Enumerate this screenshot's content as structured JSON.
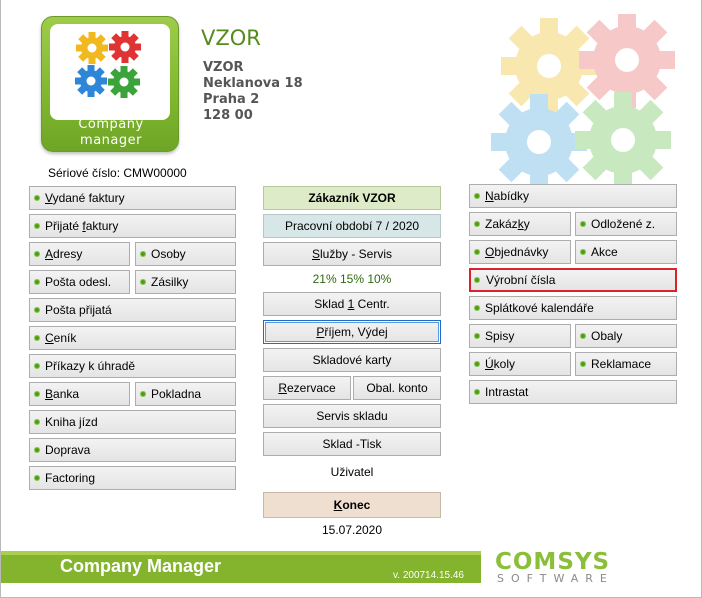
{
  "logo": {
    "line1": "Company",
    "line2": "manager"
  },
  "company": {
    "title": "VZOR",
    "address": [
      "VZOR",
      "Neklanova 18",
      "Praha 2",
      "128 00"
    ]
  },
  "serial": "Sériové číslo: CMW00000",
  "left_buttons": [
    {
      "id": "vydane-faktury",
      "label": "Vydané faktury",
      "hot": 0
    },
    {
      "id": "prijate-faktury",
      "label": "Přijaté faktury",
      "hot": 8
    },
    {
      "id": "adresy",
      "label": "Adresy",
      "hot": 0
    },
    {
      "id": "osoby",
      "label": "Osoby",
      "hot": -1
    },
    {
      "id": "posta-odesl",
      "label": "Pošta odesl.",
      "hot": -1
    },
    {
      "id": "zasilky",
      "label": "Zásilky",
      "hot": -1
    },
    {
      "id": "posta-prijata",
      "label": "Pošta přijatá",
      "hot": -1
    },
    {
      "id": "cenik",
      "label": "Ceník",
      "hot": 0
    },
    {
      "id": "prikazy-k-uhrade",
      "label": "Příkazy k úhradě",
      "hot": -1
    },
    {
      "id": "banka",
      "label": "Banka",
      "hot": 0
    },
    {
      "id": "pokladna",
      "label": "Pokladna",
      "hot": -1
    },
    {
      "id": "kniha-jizd",
      "label": "Kniha jízd",
      "hot": -1
    },
    {
      "id": "doprava",
      "label": "Doprava",
      "hot": -1
    },
    {
      "id": "factoring",
      "label": "Factoring",
      "hot": -1
    }
  ],
  "center": {
    "customer": "Zákazník  VZOR",
    "period": "Pracovní období  7 / 2020",
    "services": "Služby - Servis",
    "discounts": "21%   15%   10%",
    "warehouse": "Sklad 1 Centr.",
    "receipt_issue": "Příjem, Výdej",
    "stock_cards": "Skladové karty",
    "reservation": "Rezervace",
    "packaging_account": "Obal. konto",
    "warehouse_service": "Servis skladu",
    "warehouse_print": "Sklad -Tisk",
    "user": "Uživatel",
    "end": "Konec",
    "date": "15.07.2020"
  },
  "right_buttons": [
    {
      "id": "nabidky",
      "label": "Nabídky",
      "hot": 0
    },
    {
      "id": "zakazky",
      "label": "Zakázky",
      "hot": 5
    },
    {
      "id": "odlozene-z",
      "label": "Odložené z.",
      "hot": -1
    },
    {
      "id": "objednavky",
      "label": "Objednávky",
      "hot": 0
    },
    {
      "id": "akce",
      "label": "Akce",
      "hot": -1
    },
    {
      "id": "vyrobni-cisla",
      "label": "Výrobní čísla",
      "hot": -1
    },
    {
      "id": "splatkove-kalendare",
      "label": "Splátkové kalendáře",
      "hot": -1
    },
    {
      "id": "spisy",
      "label": "Spisy",
      "hot": -1
    },
    {
      "id": "obaly",
      "label": "Obaly",
      "hot": -1
    },
    {
      "id": "ukoly",
      "label": "Úkoly",
      "hot": 0
    },
    {
      "id": "reklamace",
      "label": "Reklamace",
      "hot": -1
    },
    {
      "id": "intrastat",
      "label": "Intrastat",
      "hot": -1
    }
  ],
  "footer": {
    "app_name": "Company Manager",
    "version": "v. 200714.15.46",
    "vendor_top": "COMSYS",
    "vendor_bottom": "SOFTWARE"
  },
  "colors": {
    "brand_green": "#84b42d",
    "selection_red": "#d9232d",
    "focus_blue": "#1c6fc4"
  }
}
